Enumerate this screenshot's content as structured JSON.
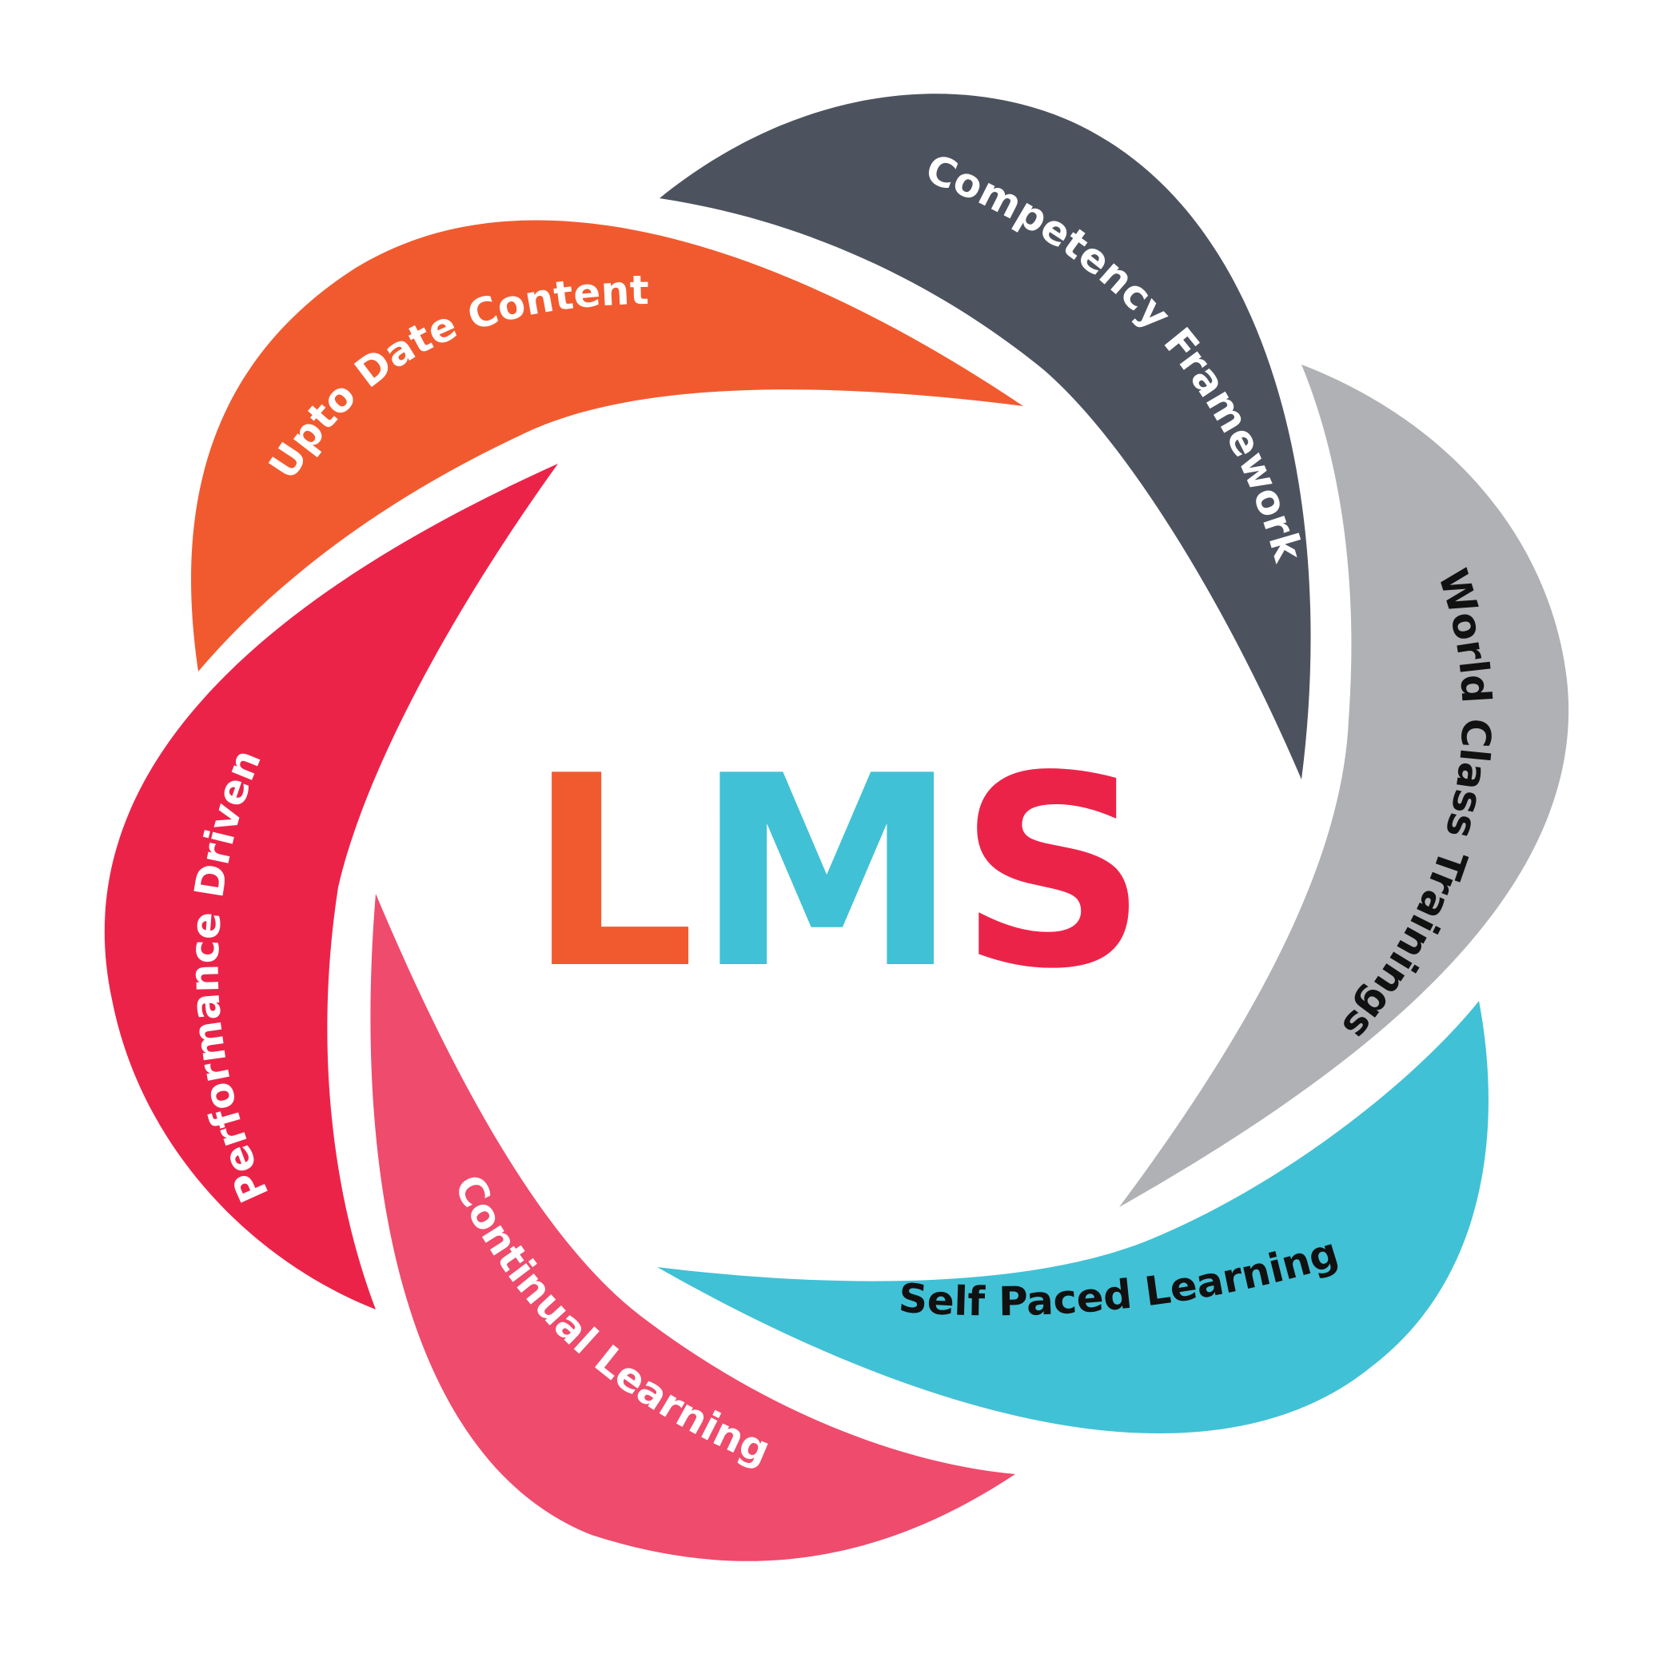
{
  "center": {
    "letters": [
      {
        "char": "L",
        "color": "#F15A2F"
      },
      {
        "char": "M",
        "color": "#41C1D5"
      },
      {
        "char": "S",
        "color": "#EC2349"
      }
    ]
  },
  "petals": [
    {
      "label": "Upto Date Content",
      "color": "#F15A2F",
      "text_color": "#FFFFFF"
    },
    {
      "label": "Competency Framework",
      "color": "#4D535E",
      "text_color": "#FFFFFF"
    },
    {
      "label": "World Class Trainings",
      "color": "#B0B1B5",
      "text_color": "#111111"
    },
    {
      "label": "Self Paced Learning",
      "color": "#41C1D5",
      "text_color": "#111111"
    },
    {
      "label": "Continual Learning",
      "color": "#EF4B6C",
      "text_color": "#FFFFFF"
    },
    {
      "label": "Performance Driven",
      "color": "#EC2349",
      "text_color": "#FFFFFF"
    }
  ]
}
